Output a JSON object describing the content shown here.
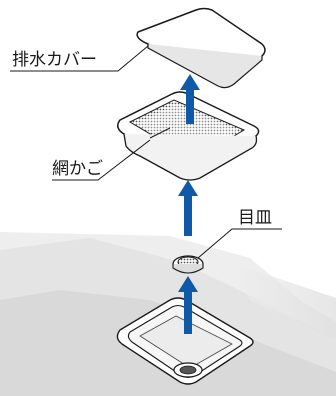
{
  "labels": {
    "drain_cover": "排水カバー",
    "mesh_basket": "網かご",
    "eye_plate": "目皿"
  },
  "colors": {
    "arrow_blue": "#0f5aa8",
    "outline": "#1a1a1a",
    "floor_shade": "#e3e3e3"
  },
  "icons": [
    "up-arrow-icon",
    "up-arrow-icon",
    "up-arrow-icon"
  ]
}
